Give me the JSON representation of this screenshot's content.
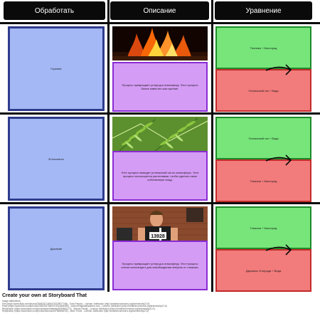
{
  "headers": {
    "process": "Обработать",
    "description": "Описание",
    "equation": "Уравнение"
  },
  "rows": [
    {
      "process": "Горение",
      "description": "Процесс превращает углерод в атмосферу. Этот процесс более известен как горение.",
      "reactants": "Топливо + Кислород",
      "products": "Углекислый газ + Вода",
      "image_icon": "fire-photo"
    },
    {
      "process": "Фотосинтез",
      "description": "Этот процесс выводит углекислый газ из атмосферы. Этот процесс используется растениями, чтобы сделать свою собственную пищу.",
      "reactants": "Углекислый газ + Вода",
      "products": "Глюкоза + Кислород",
      "image_icon": "fern-photo"
    },
    {
      "process": "Дыхание",
      "description": "Процесс превращает углерод в атмосферу. Этот процесс клетки используют для освобождения энергии от глюкозы.",
      "reactants": "Глюкоза + Кислород",
      "products": "Двуокись Углерода + Вода",
      "image_icon": "runner-photo",
      "bib_number": "13928"
    }
  ],
  "footer": {
    "title": "Create your own at Storyboard That",
    "attributions": [
      "Image Attributions:",
      "Fire (https://www.flickr.com/photos/25453317@N07/3329977766) - Sara Fasano - License: Attribution (http://creativecommons.org/licenses/by/2.0/)",
      "Plant (https://www.flickr.com/photos/25453317@N07/4013666265) - www.metaglobalizations.com - License: Attribution (http://creativecommons.org/licenses/by/2.0/)",
      "Respiration (https://www.flickr.com/photos/bonnetfamily/8759861272) - Bonnet Family - License: Attribution (http://creativecommons.org/licenses/by/2.0/)",
      "Respiration (https://www.flickr.com/photos/fotomarc/8756865676/) - Marc Thiele - License: Attribution (http://creativecommons.org/licenses/by/2.0/)"
    ]
  },
  "colors": {
    "header_bg": "#0a0a0a",
    "process_cell": "#a3b8f5",
    "description_cell": "#d59cf5",
    "reactants_cell": "#77e57a",
    "products_cell": "#f27b7b"
  }
}
